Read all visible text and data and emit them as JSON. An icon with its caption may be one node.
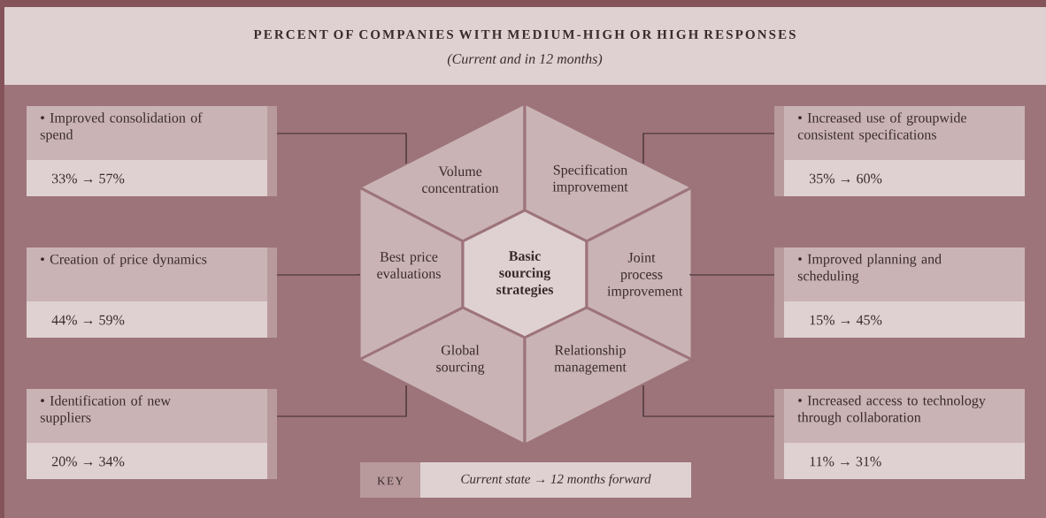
{
  "diagram": {
    "title": "PERCENT OF COMPANIES WITH MEDIUM-HIGH OR HIGH RESPONSES",
    "nodes": [
      {
        "text": [
          "• Improved consolidation of spend",
          "33% → 57%"
        ]
      },
      {
        "text": [
          "Volume concentration"
        ]
      },
      {
        "text": [
          "Specification improvement"
        ]
      },
      {
        "text": [
          "• Increased use of groupwide consistent specifications",
          "35% → 60%"
        ]
      },
      {
        "text": [
          "• Creation of price dynamics",
          "44% → 59%"
        ]
      },
      {
        "text": [
          "Best price evaluations"
        ]
      },
      {
        "text": [
          "Basic sourcing strategies"
        ]
      },
      {
        "text": [
          "Joint process improvement"
        ]
      },
      {
        "text": [
          "• Improved planning and scheduling",
          "15% → 45%"
        ]
      },
      {
        "text": [
          "• Identification of new suppliers",
          "20% → 34%"
        ]
      },
      {
        "text": [
          "Global sourcing"
        ]
      },
      {
        "text": [
          "Relationship management"
        ]
      },
      {
        "text": [
          "• Increased access to technology through collaboration",
          "11% → 31%"
        ]
      }
    ],
    "edges": [
      {
        "from": 0,
        "to": 1,
        "arrow": "none"
      },
      {
        "from": 3,
        "to": 2,
        "arrow": "none"
      },
      {
        "from": 4,
        "to": 5,
        "arrow": "none"
      },
      {
        "from": 8,
        "to": 7,
        "arrow": "none"
      },
      {
        "from": 9,
        "to": 10,
        "arrow": "none"
      },
      {
        "from": 12,
        "to": 11,
        "arrow": "none"
      }
    ],
    "labels": [
      "(Current and in 12 months)",
      "KEY",
      "Current state → 12 months forward"
    ]
  }
}
